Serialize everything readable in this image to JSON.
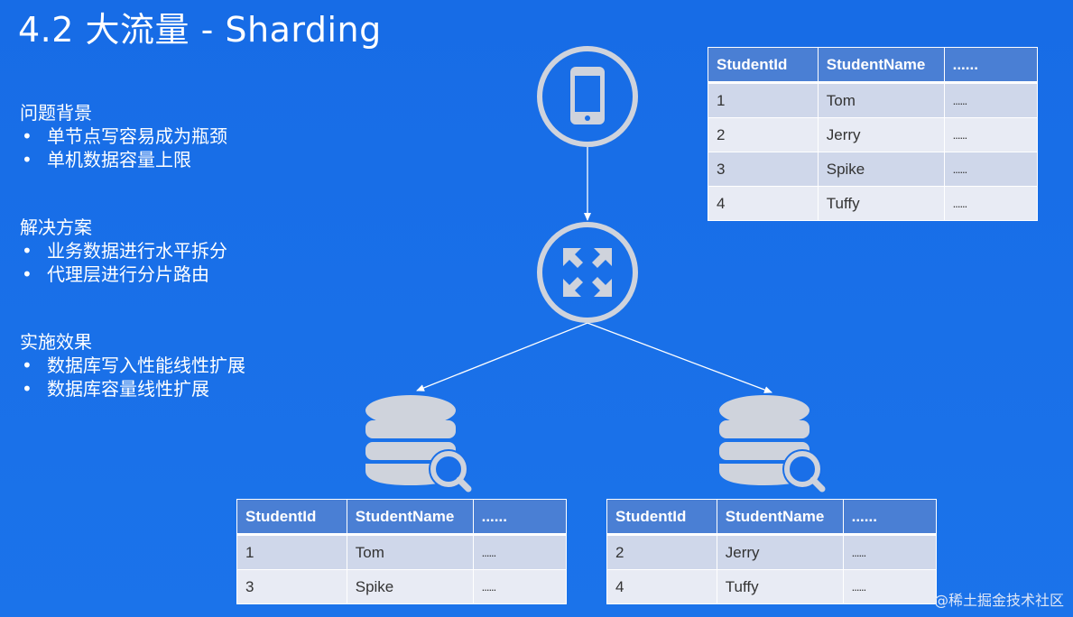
{
  "title": "4.2 大流量 - Sharding",
  "sections": [
    {
      "heading": "问题背景",
      "bullets": [
        "单节点写容易成为瓶颈",
        "单机数据容量上限"
      ]
    },
    {
      "heading": "解决方案",
      "bullets": [
        "业务数据进行水平拆分",
        "代理层进行分片路由"
      ]
    },
    {
      "heading": "实施效果",
      "bullets": [
        "数据库写入性能线性扩展",
        "数据库容量线性扩展"
      ]
    }
  ],
  "tables": {
    "columns": [
      "StudentId",
      "StudentName",
      "......"
    ],
    "full": [
      [
        "1",
        "Tom",
        "......"
      ],
      [
        "2",
        "Jerry",
        "......"
      ],
      [
        "3",
        "Spike",
        "......"
      ],
      [
        "4",
        "Tuffy",
        "......"
      ]
    ],
    "shard_left": [
      [
        "1",
        "Tom",
        "......"
      ],
      [
        "3",
        "Spike",
        "......"
      ]
    ],
    "shard_right": [
      [
        "2",
        "Jerry",
        "......"
      ],
      [
        "4",
        "Tuffy",
        "......"
      ]
    ]
  },
  "icons": {
    "client": "mobile-phone-icon",
    "router": "router-arrows-icon",
    "db": "database-search-icon"
  },
  "colors": {
    "background": "#1a6fe8",
    "header": "#4a7fd4",
    "row_odd": "#cfd7ea",
    "row_even": "#e8ebf4",
    "icon": "#cfd3dc"
  },
  "watermark": "@稀土掘金技术社区"
}
